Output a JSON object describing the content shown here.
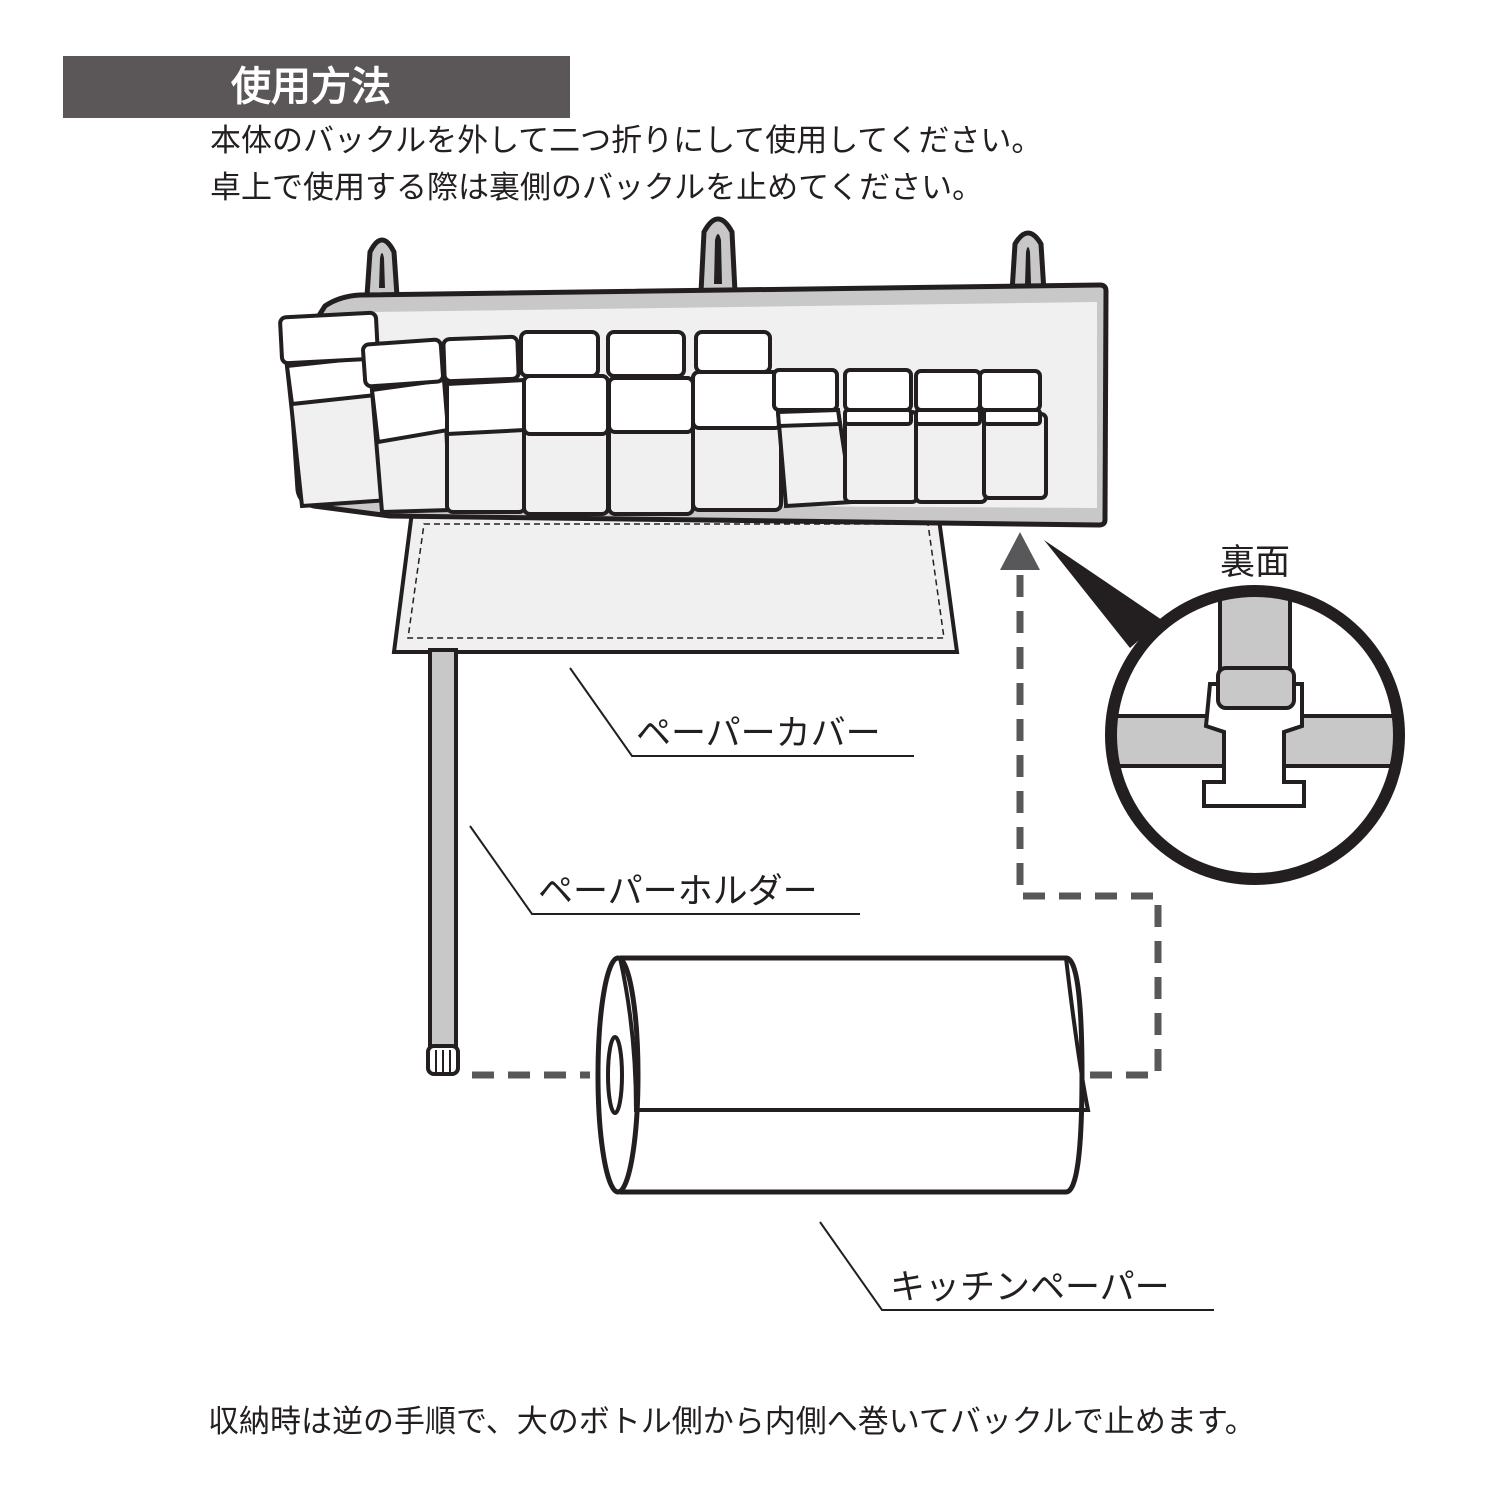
{
  "header": {
    "title": "使用方法",
    "line1": "本体のバックルを外して二つ折りにして使用してください。",
    "line2": "卓上で使用する際は裏側のバックルを止めてください。"
  },
  "labels": {
    "paper_cover": "ペーパーカバー",
    "paper_holder": "ペーパーホルダー",
    "kitchen_paper": "キッチンペーパー",
    "back_side": "裏面"
  },
  "footer": {
    "note": "収納時は逆の手順で、大のボトル側から内側へ巻いてバックルで止めます。"
  },
  "colors": {
    "title_bg": "#5b5758",
    "strap_gray": "#c8c8c9",
    "panel_light": "#f0f0f0",
    "outline": "#231f20",
    "dash_gray": "#58585a"
  }
}
